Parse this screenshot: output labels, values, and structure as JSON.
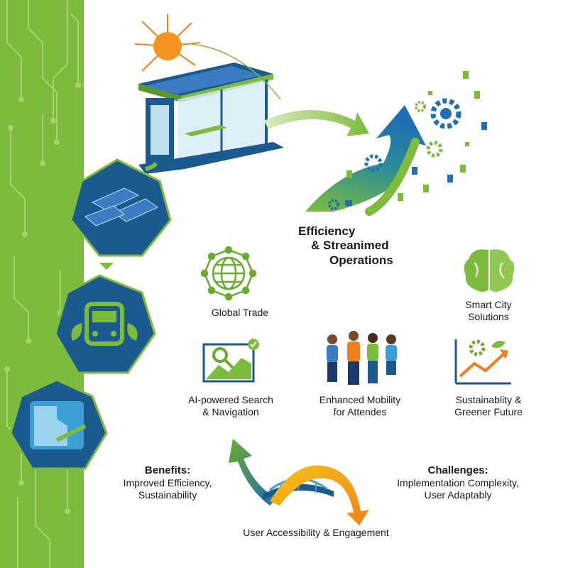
{
  "diagram": {
    "efficiency_label": [
      "Efficiency",
      "& Streanimed",
      "Operations"
    ],
    "global_trade_label": "Global Trade",
    "smart_city_label": [
      "Smart City",
      "Solutions"
    ],
    "ai_search_label": [
      "AI-powered Search",
      "& Navigation"
    ],
    "mobility_label": [
      "Enhanced Mobility",
      "for Attendes"
    ],
    "sustainability_label": [
      "Sustainablity &",
      "Greener Future"
    ],
    "benefits": {
      "title": "Benefits:",
      "lines": [
        "Improved Efficiency,",
        "Sustainability"
      ]
    },
    "challenges": {
      "title": "Challenges:",
      "lines": [
        "Implementation Complexity,",
        "User Adaptably"
      ]
    },
    "accessibility_label": "User Accessibility & Engagement"
  },
  "colors": {
    "brand_green": "#7dbb3c",
    "hex_blue": "#1b5a8f",
    "arrow_blue": "#1f6fb2",
    "arrow_orange": "#f07f1e",
    "icon_green": "#6aab2e"
  },
  "icons": [
    "sun-icon",
    "bus-shelter-icon",
    "solar-panel-icon",
    "bus-leaf-icon",
    "map-icon",
    "globe-network-icon",
    "brain-icon",
    "search-chart-icon",
    "people-icon",
    "growth-chart-icon",
    "gear-icon",
    "bridge-icon"
  ]
}
